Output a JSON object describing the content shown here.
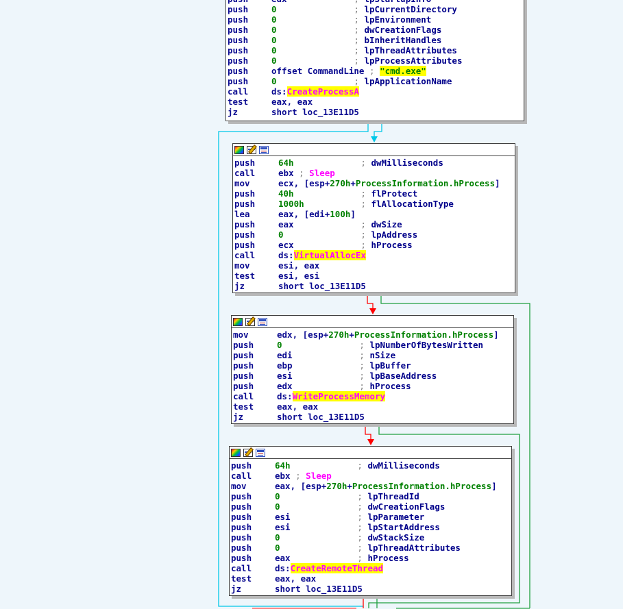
{
  "theme": {
    "background": "#eef6fb",
    "edge_true": "#00c000",
    "edge_false": "#ff0000",
    "edge_unconditional": "#00c8e8",
    "highlight": "#ffff00",
    "api_color": "#ff00ff",
    "number_color": "#008000",
    "text_color": "#0a0a90"
  },
  "blocks": [
    {
      "id": "b0",
      "header": false,
      "lines": [
        [
          {
            "t": "mn",
            "v": "push"
          },
          {
            "t": "reg",
            "v": "edx"
          },
          {
            "t": "pad",
            "v": "             "
          },
          {
            "t": "semi",
            "v": "; "
          },
          {
            "t": "cmt",
            "v": "lpStartupInfo"
          }
        ],
        [
          {
            "t": "mn",
            "v": "push"
          },
          {
            "t": "num",
            "v": "0"
          },
          {
            "t": "pad",
            "v": "               "
          },
          {
            "t": "semi",
            "v": "; "
          },
          {
            "t": "cmt",
            "v": "lpCurrentDirectory"
          }
        ],
        [
          {
            "t": "mn",
            "v": "push"
          },
          {
            "t": "num",
            "v": "0"
          },
          {
            "t": "pad",
            "v": "               "
          },
          {
            "t": "semi",
            "v": "; "
          },
          {
            "t": "cmt",
            "v": "lpEnvironment"
          }
        ],
        [
          {
            "t": "mn",
            "v": "push"
          },
          {
            "t": "num",
            "v": "0"
          },
          {
            "t": "pad",
            "v": "               "
          },
          {
            "t": "semi",
            "v": "; "
          },
          {
            "t": "cmt",
            "v": "dwCreationFlags"
          }
        ],
        [
          {
            "t": "mn",
            "v": "push"
          },
          {
            "t": "num",
            "v": "0"
          },
          {
            "t": "pad",
            "v": "               "
          },
          {
            "t": "semi",
            "v": "; "
          },
          {
            "t": "cmt",
            "v": "bInheritHandles"
          }
        ],
        [
          {
            "t": "mn",
            "v": "push"
          },
          {
            "t": "num",
            "v": "0"
          },
          {
            "t": "pad",
            "v": "               "
          },
          {
            "t": "semi",
            "v": "; "
          },
          {
            "t": "cmt",
            "v": "lpThreadAttributes"
          }
        ],
        [
          {
            "t": "mn",
            "v": "push"
          },
          {
            "t": "num",
            "v": "0"
          },
          {
            "t": "pad",
            "v": "               "
          },
          {
            "t": "semi",
            "v": "; "
          },
          {
            "t": "cmt",
            "v": "lpProcessAttributes"
          }
        ],
        [
          {
            "t": "mn",
            "v": "push"
          },
          {
            "t": "reg",
            "v": "offset CommandLine"
          },
          {
            "t": "pad",
            "v": " "
          },
          {
            "t": "semi",
            "v": "; "
          },
          {
            "t": "str",
            "v": "\"cmd.exe\""
          }
        ],
        [
          {
            "t": "mn",
            "v": "push"
          },
          {
            "t": "num",
            "v": "0"
          },
          {
            "t": "pad",
            "v": "               "
          },
          {
            "t": "semi",
            "v": "; "
          },
          {
            "t": "cmt",
            "v": "lpApplicationName"
          }
        ],
        [
          {
            "t": "mn",
            "v": "call"
          },
          {
            "t": "reg",
            "v": "ds:"
          },
          {
            "t": "api",
            "v": "CreateProcessA"
          }
        ],
        [
          {
            "t": "mn",
            "v": "test"
          },
          {
            "t": "reg",
            "v": "eax, eax"
          }
        ],
        [
          {
            "t": "mn",
            "v": "jz"
          },
          {
            "t": "reg",
            "v": "short loc_13E11D5"
          }
        ]
      ]
    },
    {
      "id": "b1",
      "header": true,
      "lines": [
        [
          {
            "t": "mn",
            "v": "push"
          },
          {
            "t": "num",
            "v": "64h"
          },
          {
            "t": "pad",
            "v": "             "
          },
          {
            "t": "semi",
            "v": "; "
          },
          {
            "t": "cmt",
            "v": "dwMilliseconds"
          }
        ],
        [
          {
            "t": "mn",
            "v": "call"
          },
          {
            "t": "reg",
            "v": "ebx "
          },
          {
            "t": "semi",
            "v": "; "
          },
          {
            "t": "fn",
            "v": "Sleep"
          }
        ],
        [
          {
            "t": "mn",
            "v": "mov"
          },
          {
            "t": "reg",
            "v": "ecx, [esp+"
          },
          {
            "t": "num",
            "v": "270h"
          },
          {
            "t": "reg",
            "v": "+"
          },
          {
            "t": "num",
            "v": "ProcessInformation.hProcess"
          },
          {
            "t": "reg",
            "v": "]"
          }
        ],
        [
          {
            "t": "mn",
            "v": "push"
          },
          {
            "t": "num",
            "v": "40h"
          },
          {
            "t": "pad",
            "v": "             "
          },
          {
            "t": "semi",
            "v": "; "
          },
          {
            "t": "cmt",
            "v": "flProtect"
          }
        ],
        [
          {
            "t": "mn",
            "v": "push"
          },
          {
            "t": "num",
            "v": "1000h"
          },
          {
            "t": "pad",
            "v": "           "
          },
          {
            "t": "semi",
            "v": "; "
          },
          {
            "t": "cmt",
            "v": "flAllocationType"
          }
        ],
        [
          {
            "t": "mn",
            "v": "lea"
          },
          {
            "t": "reg",
            "v": "eax, [edi+"
          },
          {
            "t": "num",
            "v": "100h"
          },
          {
            "t": "reg",
            "v": "]"
          }
        ],
        [
          {
            "t": "mn",
            "v": "push"
          },
          {
            "t": "reg",
            "v": "eax"
          },
          {
            "t": "pad",
            "v": "             "
          },
          {
            "t": "semi",
            "v": "; "
          },
          {
            "t": "cmt",
            "v": "dwSize"
          }
        ],
        [
          {
            "t": "mn",
            "v": "push"
          },
          {
            "t": "num",
            "v": "0"
          },
          {
            "t": "pad",
            "v": "               "
          },
          {
            "t": "semi",
            "v": "; "
          },
          {
            "t": "cmt",
            "v": "lpAddress"
          }
        ],
        [
          {
            "t": "mn",
            "v": "push"
          },
          {
            "t": "reg",
            "v": "ecx"
          },
          {
            "t": "pad",
            "v": "             "
          },
          {
            "t": "semi",
            "v": "; "
          },
          {
            "t": "cmt",
            "v": "hProcess"
          }
        ],
        [
          {
            "t": "mn",
            "v": "call"
          },
          {
            "t": "reg",
            "v": "ds:"
          },
          {
            "t": "api",
            "v": "VirtualAllocEx"
          }
        ],
        [
          {
            "t": "mn",
            "v": "mov"
          },
          {
            "t": "reg",
            "v": "esi, eax"
          }
        ],
        [
          {
            "t": "mn",
            "v": "test"
          },
          {
            "t": "reg",
            "v": "esi, esi"
          }
        ],
        [
          {
            "t": "mn",
            "v": "jz"
          },
          {
            "t": "reg",
            "v": "short loc_13E11D5"
          }
        ]
      ]
    },
    {
      "id": "b2",
      "header": true,
      "lines": [
        [
          {
            "t": "mn",
            "v": "mov"
          },
          {
            "t": "reg",
            "v": "edx, [esp+"
          },
          {
            "t": "num",
            "v": "270h"
          },
          {
            "t": "reg",
            "v": "+"
          },
          {
            "t": "num",
            "v": "ProcessInformation.hProcess"
          },
          {
            "t": "reg",
            "v": "]"
          }
        ],
        [
          {
            "t": "mn",
            "v": "push"
          },
          {
            "t": "num",
            "v": "0"
          },
          {
            "t": "pad",
            "v": "               "
          },
          {
            "t": "semi",
            "v": "; "
          },
          {
            "t": "cmt",
            "v": "lpNumberOfBytesWritten"
          }
        ],
        [
          {
            "t": "mn",
            "v": "push"
          },
          {
            "t": "reg",
            "v": "edi"
          },
          {
            "t": "pad",
            "v": "             "
          },
          {
            "t": "semi",
            "v": "; "
          },
          {
            "t": "cmt",
            "v": "nSize"
          }
        ],
        [
          {
            "t": "mn",
            "v": "push"
          },
          {
            "t": "reg",
            "v": "ebp"
          },
          {
            "t": "pad",
            "v": "             "
          },
          {
            "t": "semi",
            "v": "; "
          },
          {
            "t": "cmt",
            "v": "lpBuffer"
          }
        ],
        [
          {
            "t": "mn",
            "v": "push"
          },
          {
            "t": "reg",
            "v": "esi"
          },
          {
            "t": "pad",
            "v": "             "
          },
          {
            "t": "semi",
            "v": "; "
          },
          {
            "t": "cmt",
            "v": "lpBaseAddress"
          }
        ],
        [
          {
            "t": "mn",
            "v": "push"
          },
          {
            "t": "reg",
            "v": "edx"
          },
          {
            "t": "pad",
            "v": "             "
          },
          {
            "t": "semi",
            "v": "; "
          },
          {
            "t": "cmt",
            "v": "hProcess"
          }
        ],
        [
          {
            "t": "mn",
            "v": "call"
          },
          {
            "t": "reg",
            "v": "ds:"
          },
          {
            "t": "api",
            "v": "WriteProcessMemory"
          }
        ],
        [
          {
            "t": "mn",
            "v": "test"
          },
          {
            "t": "reg",
            "v": "eax, eax"
          }
        ],
        [
          {
            "t": "mn",
            "v": "jz"
          },
          {
            "t": "reg",
            "v": "short loc_13E11D5"
          }
        ]
      ]
    },
    {
      "id": "b3",
      "header": true,
      "lines": [
        [
          {
            "t": "mn",
            "v": "push"
          },
          {
            "t": "num",
            "v": "64h"
          },
          {
            "t": "pad",
            "v": "             "
          },
          {
            "t": "semi",
            "v": "; "
          },
          {
            "t": "cmt",
            "v": "dwMilliseconds"
          }
        ],
        [
          {
            "t": "mn",
            "v": "call"
          },
          {
            "t": "reg",
            "v": "ebx "
          },
          {
            "t": "semi",
            "v": "; "
          },
          {
            "t": "fn",
            "v": "Sleep"
          }
        ],
        [
          {
            "t": "mn",
            "v": "mov"
          },
          {
            "t": "reg",
            "v": "eax, [esp+"
          },
          {
            "t": "num",
            "v": "270h"
          },
          {
            "t": "reg",
            "v": "+"
          },
          {
            "t": "num",
            "v": "ProcessInformation.hProcess"
          },
          {
            "t": "reg",
            "v": "]"
          }
        ],
        [
          {
            "t": "mn",
            "v": "push"
          },
          {
            "t": "num",
            "v": "0"
          },
          {
            "t": "pad",
            "v": "               "
          },
          {
            "t": "semi",
            "v": "; "
          },
          {
            "t": "cmt",
            "v": "lpThreadId"
          }
        ],
        [
          {
            "t": "mn",
            "v": "push"
          },
          {
            "t": "num",
            "v": "0"
          },
          {
            "t": "pad",
            "v": "               "
          },
          {
            "t": "semi",
            "v": "; "
          },
          {
            "t": "cmt",
            "v": "dwCreationFlags"
          }
        ],
        [
          {
            "t": "mn",
            "v": "push"
          },
          {
            "t": "reg",
            "v": "esi"
          },
          {
            "t": "pad",
            "v": "             "
          },
          {
            "t": "semi",
            "v": "; "
          },
          {
            "t": "cmt",
            "v": "lpParameter"
          }
        ],
        [
          {
            "t": "mn",
            "v": "push"
          },
          {
            "t": "reg",
            "v": "esi"
          },
          {
            "t": "pad",
            "v": "             "
          },
          {
            "t": "semi",
            "v": "; "
          },
          {
            "t": "cmt",
            "v": "lpStartAddress"
          }
        ],
        [
          {
            "t": "mn",
            "v": "push"
          },
          {
            "t": "num",
            "v": "0"
          },
          {
            "t": "pad",
            "v": "               "
          },
          {
            "t": "semi",
            "v": "; "
          },
          {
            "t": "cmt",
            "v": "dwStackSize"
          }
        ],
        [
          {
            "t": "mn",
            "v": "push"
          },
          {
            "t": "num",
            "v": "0"
          },
          {
            "t": "pad",
            "v": "               "
          },
          {
            "t": "semi",
            "v": "; "
          },
          {
            "t": "cmt",
            "v": "lpThreadAttributes"
          }
        ],
        [
          {
            "t": "mn",
            "v": "push"
          },
          {
            "t": "reg",
            "v": "eax"
          },
          {
            "t": "pad",
            "v": "             "
          },
          {
            "t": "semi",
            "v": "; "
          },
          {
            "t": "cmt",
            "v": "hProcess"
          }
        ],
        [
          {
            "t": "mn",
            "v": "call"
          },
          {
            "t": "reg",
            "v": "ds:"
          },
          {
            "t": "api",
            "v": "CreateRemoteThread"
          }
        ],
        [
          {
            "t": "mn",
            "v": "test"
          },
          {
            "t": "reg",
            "v": "eax, eax"
          }
        ],
        [
          {
            "t": "mn",
            "v": "jz"
          },
          {
            "t": "reg",
            "v": "short loc_13E11D5"
          }
        ]
      ]
    }
  ]
}
